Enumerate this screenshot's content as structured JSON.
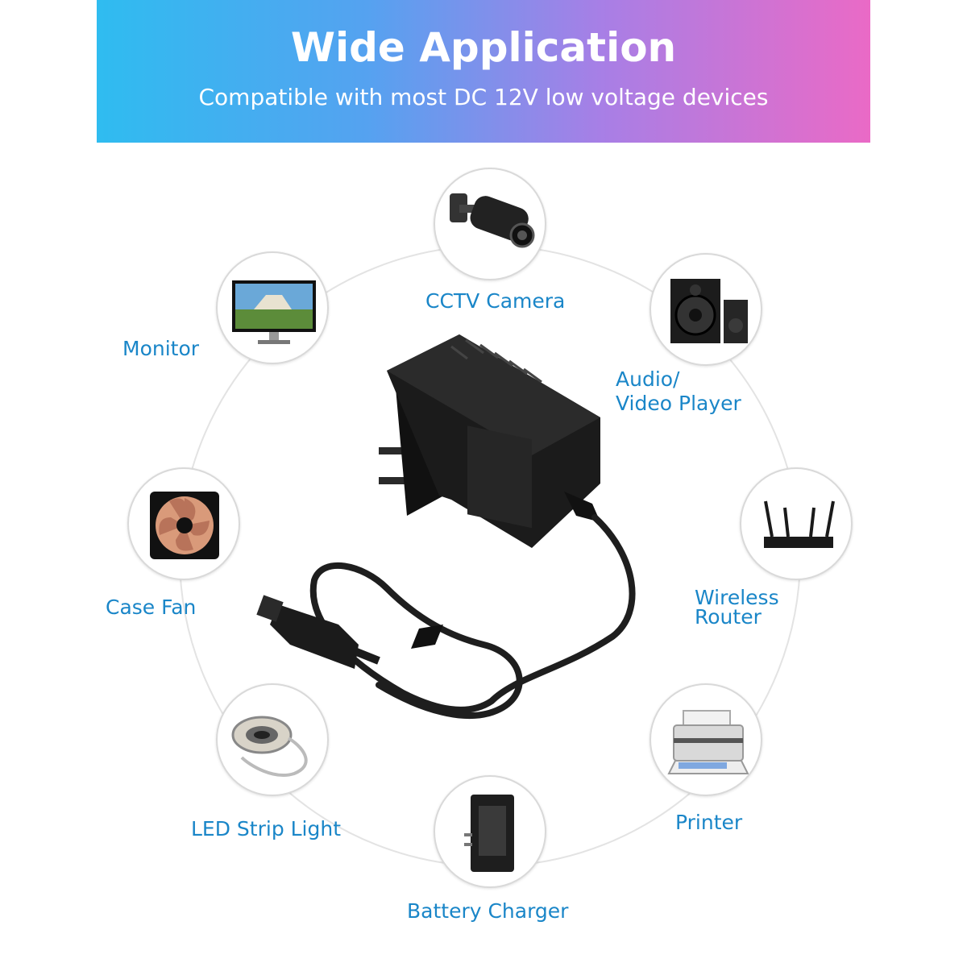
{
  "banner": {
    "title": "Wide Application",
    "subtitle": "Compatible with most DC 12V low voltage devices"
  },
  "devices": {
    "cctv": {
      "label": "CCTV Camera",
      "icon": "cctv-camera-icon"
    },
    "monitor": {
      "label": "Monitor",
      "icon": "monitor-icon"
    },
    "audio": {
      "label_line1": "Audio/",
      "label_line2": "Video Player",
      "icon": "speaker-icon"
    },
    "fan": {
      "label": "Case Fan",
      "icon": "case-fan-icon"
    },
    "router": {
      "label_line1": "Wireless",
      "label_line2": "Router",
      "icon": "router-icon"
    },
    "led": {
      "label": "LED Strip Light",
      "icon": "led-strip-icon"
    },
    "printer": {
      "label": "Printer",
      "icon": "printer-icon"
    },
    "charger": {
      "label": "Battery Charger",
      "icon": "battery-charger-icon"
    }
  },
  "colors": {
    "label": "#1a86c8",
    "gradient_start": "#2fbcf0",
    "gradient_end": "#ea6ac6",
    "adapter": "#1b1b1b"
  }
}
